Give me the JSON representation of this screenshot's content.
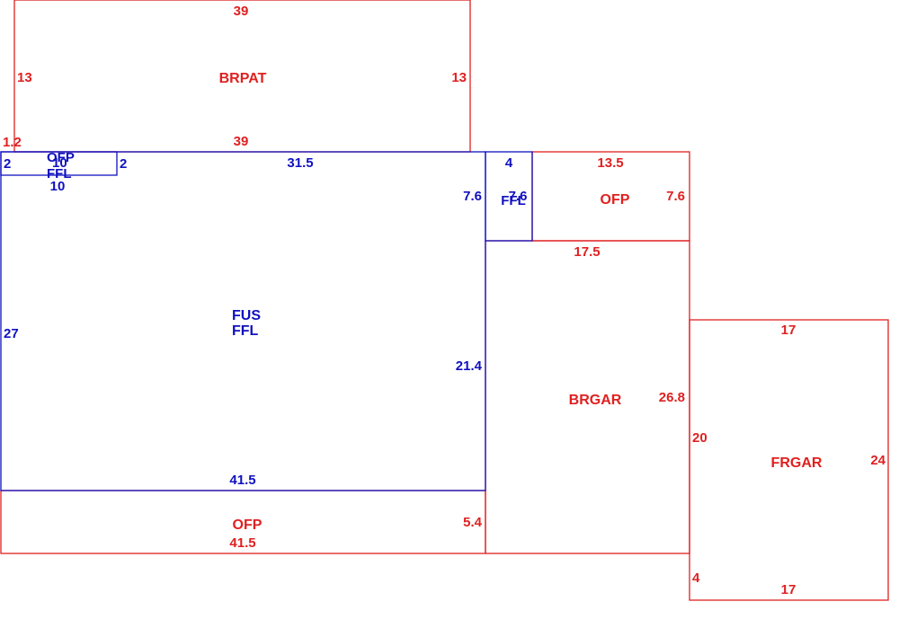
{
  "colors": {
    "red": "#e02020",
    "blue": "#1010c0"
  },
  "areas": {
    "brpat": {
      "label": "BRPAT",
      "top": "39",
      "bottom": "39",
      "left": "13",
      "right": "13",
      "corner": "1.2"
    },
    "fus": {
      "label1": "FUS",
      "label2": "FFL",
      "top": "31.5",
      "bottom": "41.5",
      "left": "27",
      "right_upper": "7.6",
      "right_lower": "21.4"
    },
    "ofp_small": {
      "label1": "OFP",
      "label2": "FFL",
      "top": "10",
      "bottom": "10",
      "left": "2",
      "right": "2"
    },
    "ffl_small": {
      "label": "FFL",
      "top": "4",
      "right": "7.6"
    },
    "ofp_right": {
      "label": "OFP",
      "top": "13.5",
      "right": "7.6"
    },
    "brgar": {
      "label": "BRGAR",
      "top": "17.5",
      "right": "26.8"
    },
    "ofp_bottom": {
      "label": "OFP",
      "bottom": "41.5",
      "right": "5.4"
    },
    "frgar": {
      "label": "FRGAR",
      "top": "17",
      "bottom": "17",
      "left": "20",
      "right": "24",
      "corner": "4"
    }
  }
}
